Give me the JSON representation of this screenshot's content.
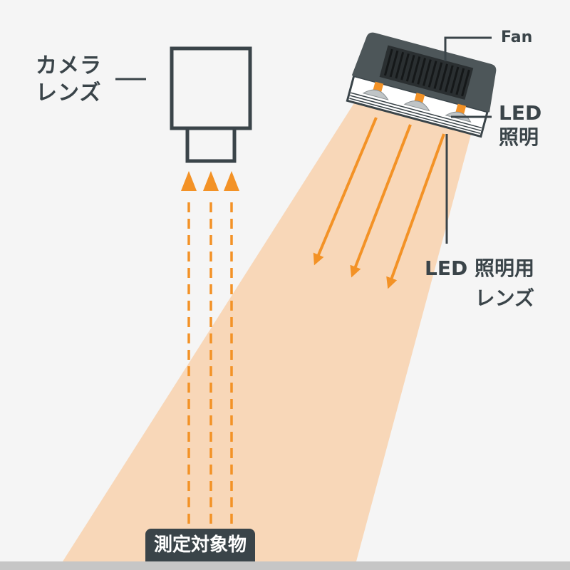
{
  "labels": {
    "camera_lens_line1": "カメラ",
    "camera_lens_line2": "レンズ",
    "fan": "Fan",
    "led_lighting_line1": "LED",
    "led_lighting_line2": "照明",
    "led_lens_line1": "LED 照明用",
    "led_lens_line2": "レンズ",
    "measurement_target": "測定対象物"
  },
  "colors": {
    "background": "#f5f5f5",
    "light_beam": "#f8d7b8",
    "arrow_orange": "#f39226",
    "dark_gray": "#3a4449",
    "floor": "#c6c6c6"
  }
}
